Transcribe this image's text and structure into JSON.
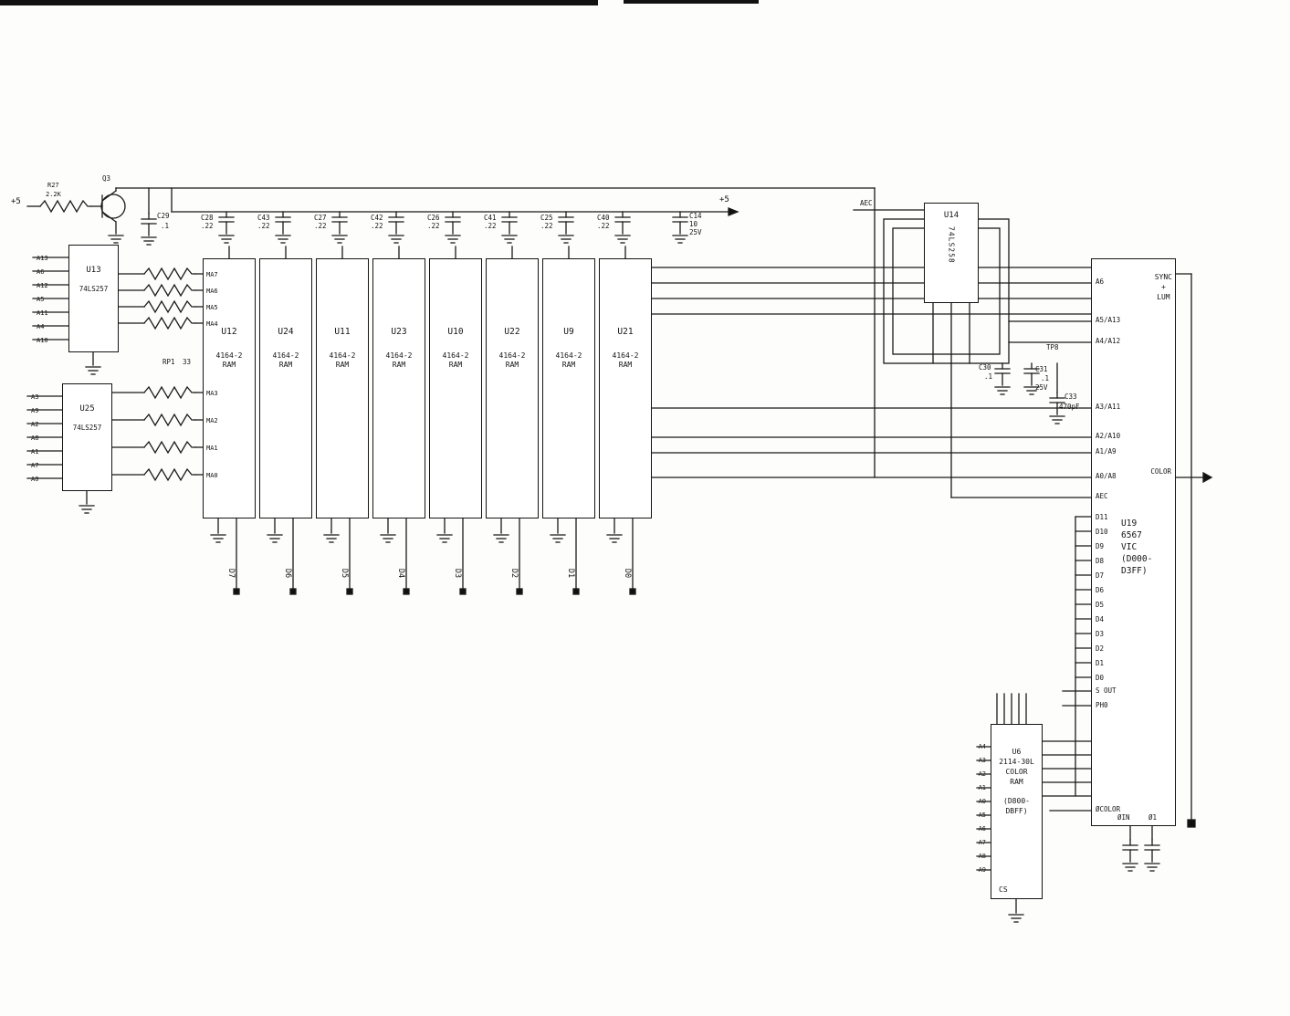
{
  "schematic": {
    "power_left": "+5",
    "power_rail": "+5",
    "r1": {
      "id": "R27",
      "value": "2.2K"
    },
    "q1": {
      "id": "Q3"
    },
    "c29": {
      "id": "C29",
      "value": ".1"
    },
    "rail_caps": [
      {
        "id": "C28",
        "value": ".22"
      },
      {
        "id": "C43",
        "value": ".22"
      },
      {
        "id": "C27",
        "value": ".22"
      },
      {
        "id": "C42",
        "value": ".22"
      },
      {
        "id": "C26",
        "value": ".22"
      },
      {
        "id": "C41",
        "value": ".22"
      },
      {
        "id": "C25",
        "value": ".22"
      },
      {
        "id": "C40",
        "value": ".22"
      }
    ],
    "c14": {
      "id": "C14",
      "value": "10",
      "rating": "25V"
    },
    "mux1": {
      "id": "U13",
      "part": "74LS257",
      "pins": [
        "A13",
        "A6",
        "A12",
        "A5",
        "A11",
        "A4",
        "A10"
      ]
    },
    "mux2": {
      "id": "U25",
      "part": "74LS257",
      "pins": [
        "A3",
        "A9",
        "A2",
        "A8",
        "A1",
        "A7",
        "A0"
      ]
    },
    "rpack": {
      "id": "RP1",
      "value": "33"
    },
    "ma_upper": [
      "MA7",
      "MA6",
      "MA5",
      "MA4"
    ],
    "ma_lower": [
      "MA3",
      "MA2",
      "MA1",
      "MA0"
    ],
    "rams": [
      {
        "id": "U12",
        "part": "4164-2",
        "kind": "RAM"
      },
      {
        "id": "U24",
        "part": "4164-2",
        "kind": "RAM"
      },
      {
        "id": "U11",
        "part": "4164-2",
        "kind": "RAM"
      },
      {
        "id": "U23",
        "part": "4164-2",
        "kind": "RAM"
      },
      {
        "id": "U10",
        "part": "4164-2",
        "kind": "RAM"
      },
      {
        "id": "U22",
        "part": "4164-2",
        "kind": "RAM"
      },
      {
        "id": "U9",
        "part": "4164-2",
        "kind": "RAM"
      },
      {
        "id": "U21",
        "part": "4164-2",
        "kind": "RAM"
      }
    ],
    "data_lines": [
      "D7",
      "D6",
      "D5",
      "D4",
      "D3",
      "D2",
      "D1",
      "D0"
    ],
    "u14": {
      "id": "U14",
      "part": "74LS258",
      "aec": "AEC"
    },
    "right_caps": {
      "c30": {
        "id": "C30",
        "value": ".1"
      },
      "c31": {
        "id": "C31",
        "value": ".1",
        "rating": "25V"
      },
      "c33": {
        "id": "C33",
        "value": "470pF"
      },
      "tp": "TP8"
    },
    "vic": {
      "id": "U19",
      "part": "6567",
      "name": "VIC",
      "range1": "(D000-",
      "range2": "D3FF)",
      "sync1": "SYNC",
      "sync2": "+",
      "sync3": "LUM",
      "color": "COLOR",
      "pin_a6": "A6",
      "pin_a513": "A5/A13",
      "pin_a412": "A4/A12",
      "pin_a311": "A3/A11",
      "pin_a210": "A2/A10",
      "pin_a19": "A1/A9",
      "pin_a08": "A0/A8",
      "pin_aec": "AEC",
      "data_pins": [
        "D11",
        "D10",
        "D9",
        "D8",
        "D7",
        "D6",
        "D5",
        "D4",
        "D3",
        "D2",
        "D1",
        "D0"
      ],
      "pin_sout": "S OUT",
      "pin_ph0": "PH0",
      "pin_ocolor": "ØCOLOR",
      "pin_oin": "ØIN",
      "pin_o1": "Ø1"
    },
    "u6": {
      "id": "U6",
      "part": "2114-30L",
      "name1": "COLOR",
      "name2": "RAM",
      "range1": "(D800-",
      "range2": "DBFF)",
      "pins": [
        "A4",
        "A3",
        "A2",
        "A1",
        "A0",
        "A5",
        "A6",
        "A7",
        "A8",
        "A9"
      ],
      "pin_cs": "CS"
    }
  }
}
